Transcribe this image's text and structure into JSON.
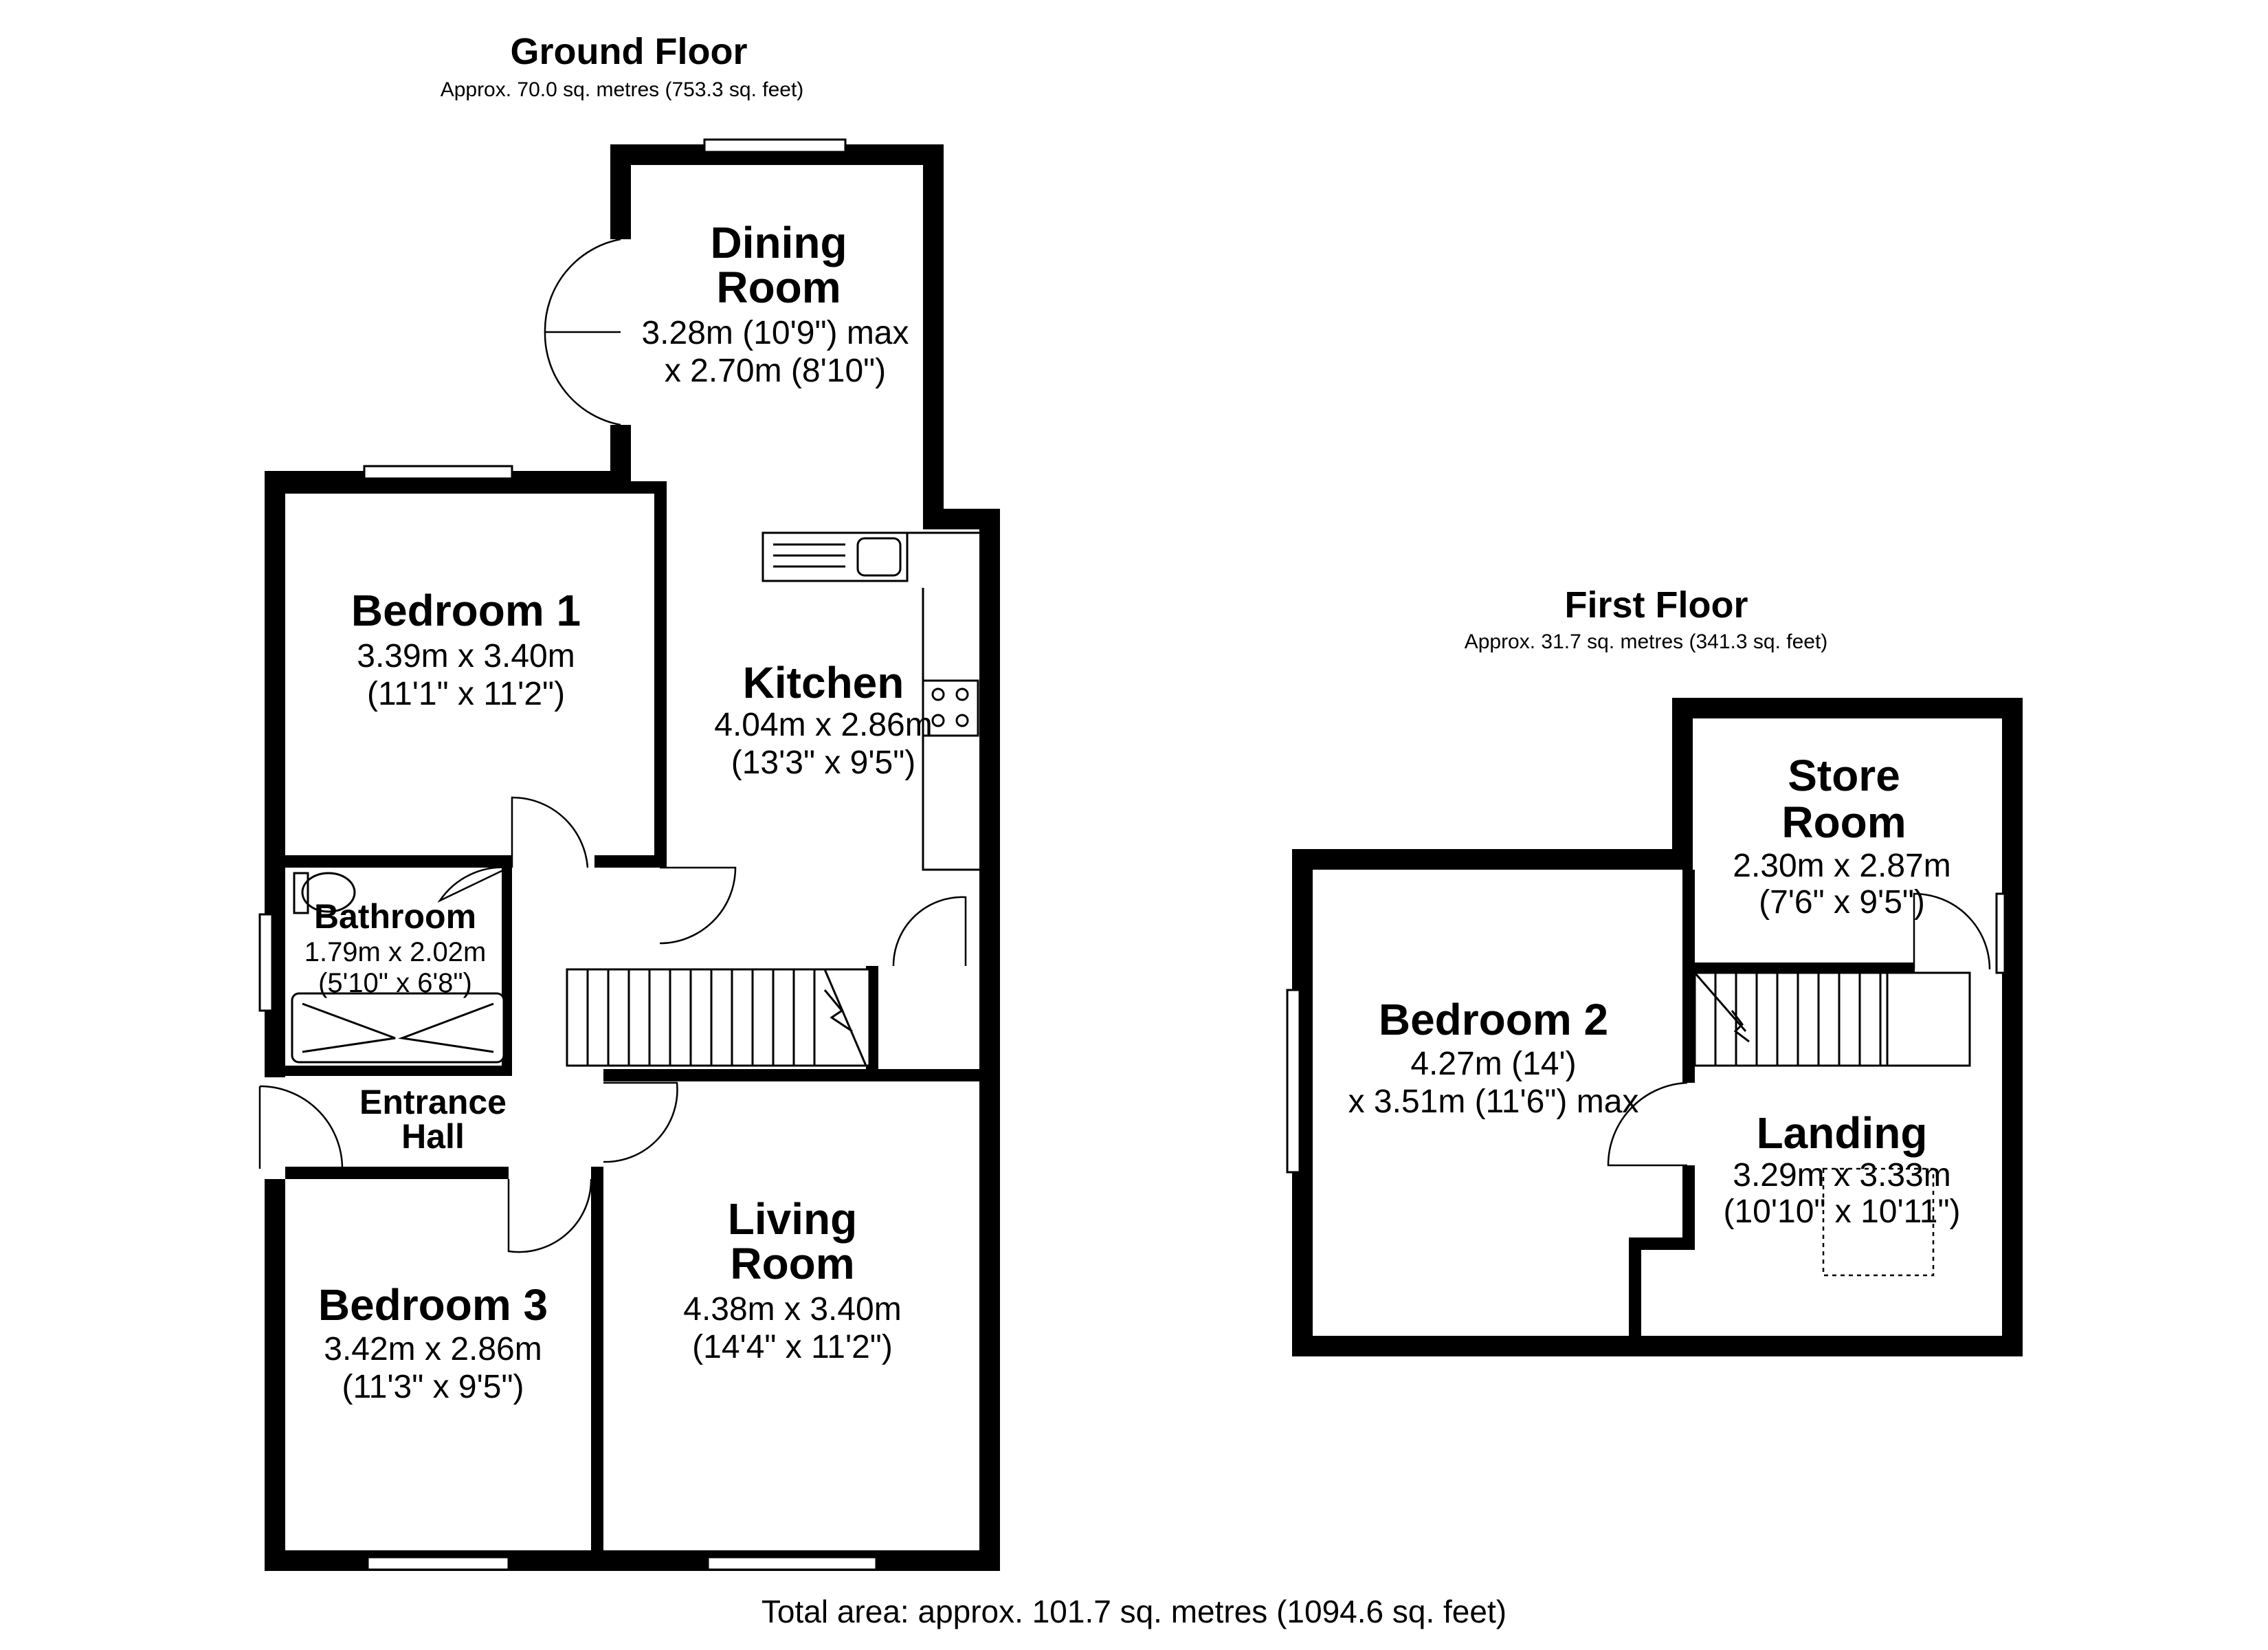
{
  "ground_floor": {
    "title": "Ground Floor",
    "area": "Approx. 70.0 sq. metres (753.3 sq. feet)",
    "rooms": {
      "dining": {
        "name_line1": "Dining",
        "name_line2": "Room",
        "dim1": "3.28m (10'9\") max",
        "dim2": "x 2.70m (8'10\")"
      },
      "bedroom1": {
        "name": "Bedroom 1",
        "dim1": "3.39m x 3.40m",
        "dim2": "(11'1\" x 11'2\")"
      },
      "kitchen": {
        "name": "Kitchen",
        "dim1": "4.04m x 2.86m",
        "dim2": "(13'3\" x 9'5\")"
      },
      "bathroom": {
        "name": "Bathroom",
        "dim1": "1.79m x 2.02m",
        "dim2": "(5'10\" x 6'8\")"
      },
      "entrance": {
        "name_line1": "Entrance",
        "name_line2": "Hall"
      },
      "bedroom3": {
        "name": "Bedroom 3",
        "dim1": "3.42m x 2.86m",
        "dim2": "(11'3\" x 9'5\")"
      },
      "living": {
        "name_line1": "Living",
        "name_line2": "Room",
        "dim1": "4.38m x 3.40m",
        "dim2": "(14'4\" x 11'2\")"
      }
    }
  },
  "first_floor": {
    "title": "First Floor",
    "area": "Approx. 31.7 sq. metres (341.3 sq. feet)",
    "rooms": {
      "store": {
        "name_line1": "Store",
        "name_line2": "Room",
        "dim1": "2.30m x 2.87m",
        "dim2": "(7'6\" x 9'5\")"
      },
      "bedroom2": {
        "name": "Bedroom 2",
        "dim1": "4.27m (14')",
        "dim2": "x 3.51m (11'6\") max"
      },
      "landing": {
        "name": "Landing",
        "dim1": "3.29m x 3.33m",
        "dim2": "(10'10\" x 10'11\")"
      }
    }
  },
  "total_area": "Total area: approx. 101.7 sq. metres (1094.6 sq. feet)"
}
